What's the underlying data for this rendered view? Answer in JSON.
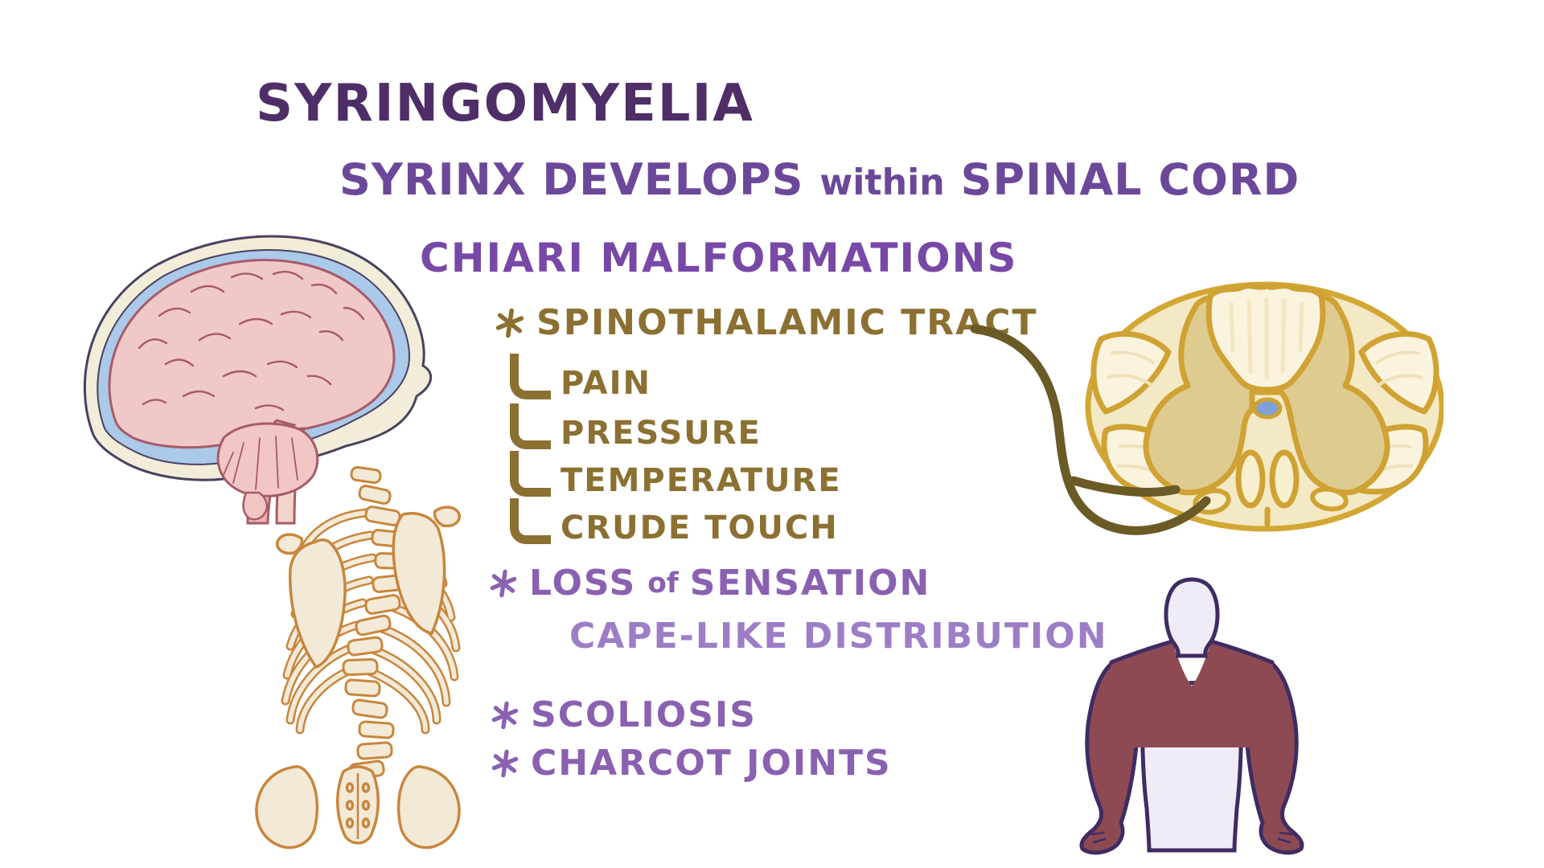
{
  "page": {
    "background": "#ffffff",
    "kind": "hand-drawn medical illustration"
  },
  "title": {
    "text": "SYRINGOMYELIA",
    "color": "#4f2e68"
  },
  "subtitle": {
    "part1": "SYRINX DEVELOPS",
    "connector": "within",
    "part2": "SPINAL CORD",
    "color": "#6b4899"
  },
  "heading": {
    "text": "CHIARI MALFORMATIONS",
    "color": "#7848a6"
  },
  "tract": {
    "bullet_icon": "asterisk",
    "connector_icon": "elbow-line",
    "label": "SPINOTHALAMIC TRACT",
    "color": "#8b7031",
    "sub_items": [
      "PAIN",
      "PRESSURE",
      "TEMPERATURE",
      "CRUDE TOUCH"
    ]
  },
  "findings": {
    "bullet_icon": "asterisk",
    "color": "#8a60b0",
    "loss": {
      "word1": "LOSS",
      "connector": "of",
      "word2": "SENSATION"
    },
    "cape": {
      "text": "CAPE-LIKE DISTRIBUTION",
      "color": "#9d7ec6"
    },
    "scoliosis": "SCOLIOSIS",
    "charcot": "CHARCOT JOINTS"
  },
  "illustrations": {
    "brain": "sagittal-brain-with-chiari-malformation",
    "skeleton": "posterior-skeleton-with-scoliosis",
    "spinal_cord": "spinal-cord-cross-section",
    "pointer": "spinothalamic-tract-pointer-line",
    "torso": "torso-with-cape-like-sensory-loss"
  },
  "colors": {
    "pointer_line": "#6a5a26",
    "cord_outline": "#cfa233",
    "cord_fill": "#f4e9c5",
    "gray_matter": "#decb90",
    "white_matter": "#faf3dd",
    "central_canal": "#7fa1d6",
    "bone_fill": "#f3e9d7",
    "bone_outline": "#c8863c",
    "skull": "#f2edd9",
    "csf_blue": "#abc9e9",
    "brain_pink": "#f1c8c8",
    "brain_line": "#a65b69",
    "cape_fill": "#8d4a53",
    "body_fill": "#efecf7",
    "body_outline": "#3f2c63"
  }
}
